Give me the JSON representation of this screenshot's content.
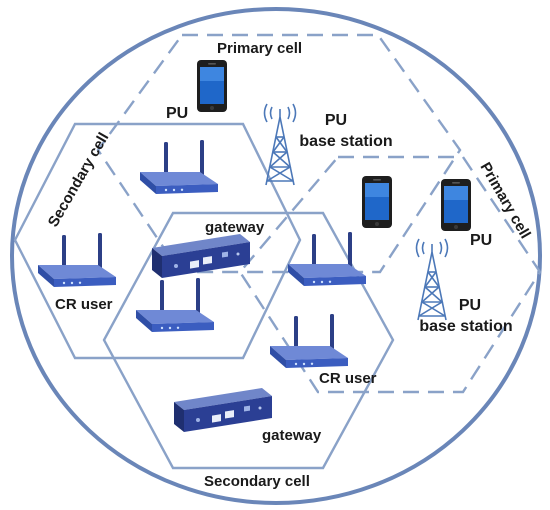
{
  "labels": {
    "primary_cell_top": "Primary cell",
    "pu_top": "PU",
    "pu_base_station_top_line1": "PU",
    "pu_base_station_top_line2": "base station",
    "primary_cell_right": "Primary cell",
    "pu_right": "PU",
    "pu_base_station_right_line1": "PU",
    "pu_base_station_right_line2": "base station",
    "secondary_cell_left": "Secondary cell",
    "secondary_cell_bottom": "Secondary cell",
    "gateway_top": "gateway",
    "gateway_bottom": "gateway",
    "cr_user_left": "CR user",
    "cr_user_right": "CR user"
  },
  "colors": {
    "circle": "#6a86b8",
    "hex_solid": "#8aa2c8",
    "hex_dashed": "#8aa2c8",
    "device_blue": "#3b57b3",
    "tower_blue": "#4c78b8",
    "phone_dark": "#1e1e1e",
    "phone_screen": "#1f67c9"
  },
  "icons": {
    "router": "router-icon",
    "gateway": "gateway-icon",
    "phone": "phone-icon",
    "tower": "tower-icon"
  }
}
